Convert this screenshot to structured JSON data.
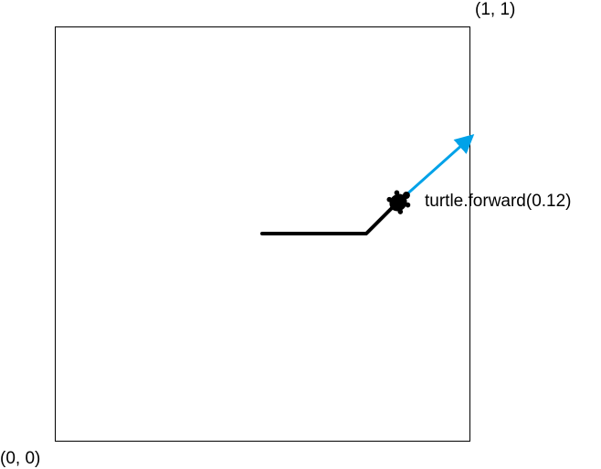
{
  "labels": {
    "origin": "(0, 0)",
    "corner": "(1, 1)",
    "command": "turtle.forward(0.12)"
  },
  "colors": {
    "frame": "#000000",
    "path": "#000000",
    "turtle": "#000000",
    "arrow": "#00a2e8"
  },
  "icons": {
    "turtle": "turtle-icon",
    "arrow": "arrow-icon"
  }
}
